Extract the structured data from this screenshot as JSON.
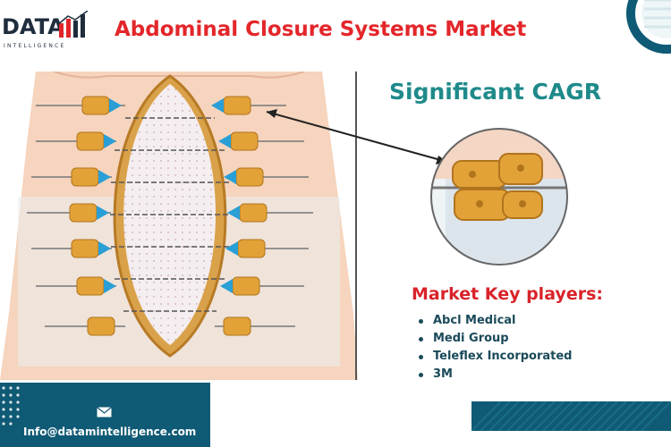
{
  "logo": {
    "word": "DATA",
    "sub": "INTELLIGENCE"
  },
  "title": "Abdominal Closure Systems Market",
  "headline": "Significant CAGR",
  "key_players": {
    "heading": "Market Key players:",
    "items": [
      "Abcl Medical",
      "Medi Group",
      "Teleflex Incorporated",
      "3M"
    ]
  },
  "footer": {
    "email": "Info@datamintelligence.com",
    "mail_icon": "envelope-icon"
  },
  "colors": {
    "brand": "#0f5a75",
    "title_red": "#e3262a",
    "teal": "#1f8a8a",
    "orange": "#e8a33a",
    "blue_arrow": "#2a9fd6"
  }
}
